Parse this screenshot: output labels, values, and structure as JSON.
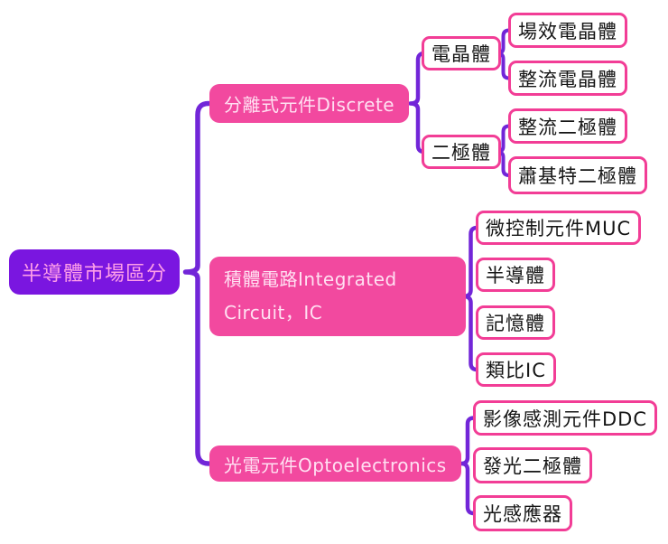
{
  "colors": {
    "brace_purple": "#7226D8",
    "root_background": "#7A16E0",
    "root_text": "#FF9FE8",
    "branch_background": "#F2499F",
    "branch_text": "#FFE0F2",
    "leaf_border": "#F23D96",
    "leaf_text": "#151515",
    "canvas_background": "#FFFFFF"
  },
  "mindmap": {
    "root": {
      "label": "半導體市場區分"
    },
    "branches": [
      {
        "label": "分離式元件Discrete",
        "children": [
          {
            "label": "電晶體",
            "children": [
              {
                "label": "場效電晶體"
              },
              {
                "label": "整流電晶體"
              }
            ]
          },
          {
            "label": "二極體",
            "children": [
              {
                "label": "整流二極體"
              },
              {
                "label": "蕭基特二極體"
              }
            ]
          }
        ]
      },
      {
        "label": "積體電路Integrated Circuit，IC",
        "label_lines": [
          "積體電路Integrated",
          "Circuit，IC"
        ],
        "children": [
          {
            "label": "微控制元件MUC"
          },
          {
            "label": "半導體"
          },
          {
            "label": "記憶體"
          },
          {
            "label": "類比IC"
          }
        ]
      },
      {
        "label": "光電元件Optoelectronics",
        "children": [
          {
            "label": "影像感測元件DDC"
          },
          {
            "label": "發光二極體"
          },
          {
            "label": "光感應器"
          }
        ]
      }
    ]
  }
}
